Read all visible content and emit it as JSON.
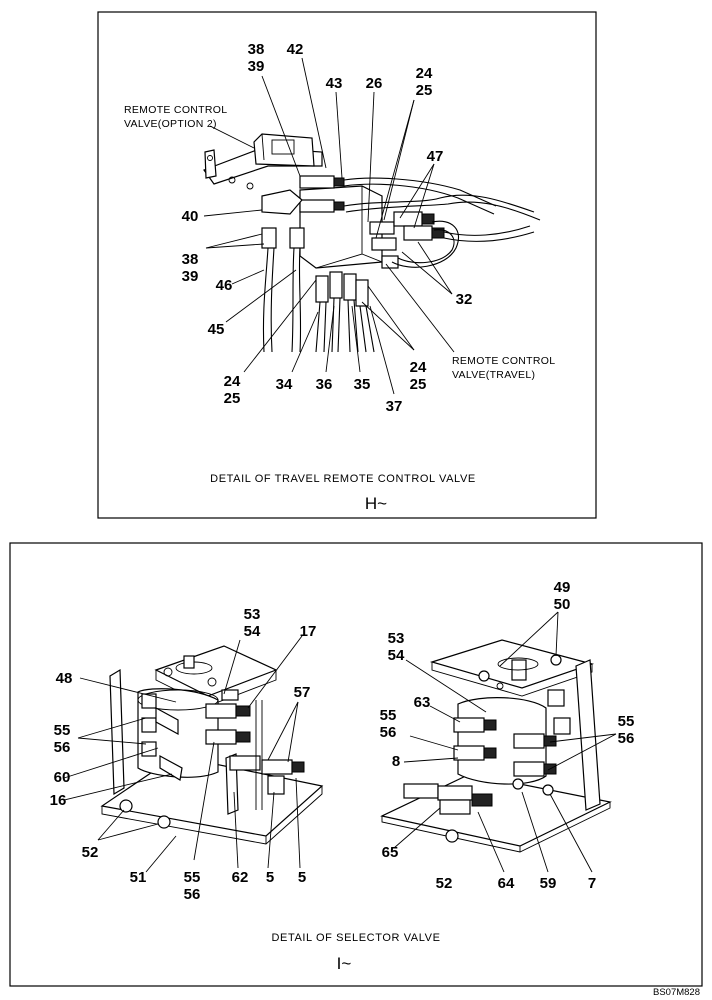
{
  "panel_h": {
    "labels": {
      "n38_39_top": [
        "38",
        "39"
      ],
      "n42": "42",
      "n43": "43",
      "n26": "26",
      "n24_25_top": [
        "24",
        "25"
      ],
      "n47": "47",
      "n40": "40",
      "n38_39_left": [
        "38",
        "39"
      ],
      "n46": "46",
      "n45": "45",
      "n32": "32",
      "n24_25_bl": [
        "24",
        "25"
      ],
      "n34": "34",
      "n36": "36",
      "n35": "35",
      "n24_25_br": [
        "24",
        "25"
      ],
      "n37": "37"
    },
    "callout_option": [
      "REMOTE CONTROL",
      "VALVE(OPTION 2)"
    ],
    "callout_travel": [
      "REMOTE CONTROL",
      "VALVE(TRAVEL)"
    ],
    "caption": "DETAIL OF TRAVEL REMOTE CONTROL VALVE",
    "view": "H~"
  },
  "panel_i": {
    "labels": {
      "n53_54_a": [
        "53",
        "54"
      ],
      "n17": "17",
      "n48": "48",
      "n57": "57",
      "n55_56_a": [
        "55",
        "56"
      ],
      "n60": "60",
      "n16": "16",
      "n52_a": "52",
      "n51": "51",
      "n55_56_b": [
        "55",
        "56"
      ],
      "n62": "62",
      "n5_a": "5",
      "n5_b": "5",
      "n49_50": [
        "49",
        "50"
      ],
      "n53_54_b": [
        "53",
        "54"
      ],
      "n63": "63",
      "n55_56_c": [
        "55",
        "56"
      ],
      "n8": "8",
      "n55_56_d": [
        "55",
        "56"
      ],
      "n65": "65",
      "n52_b": "52",
      "n64": "64",
      "n59": "59",
      "n7": "7"
    },
    "caption": "DETAIL OF SELECTOR VALVE",
    "view": "I~"
  },
  "drawing_code": "BS07M828"
}
